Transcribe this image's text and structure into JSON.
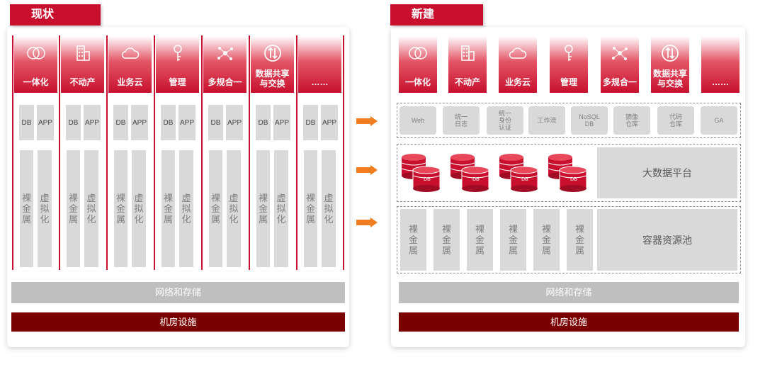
{
  "left": {
    "tab_label": "现状",
    "apps": [
      {
        "label": "一体化",
        "icon": "circles-icon"
      },
      {
        "label": "不动产",
        "icon": "building-icon"
      },
      {
        "label": "业务云",
        "icon": "cloud-icon"
      },
      {
        "label": "管理",
        "icon": "key-icon"
      },
      {
        "label": "多规合一",
        "icon": "network-icon"
      },
      {
        "label": "数据共享\n与交换",
        "icon": "exchange-icon"
      },
      {
        "label": "……",
        "icon": ""
      }
    ],
    "db_label": "DB",
    "app_label": "APP",
    "bare_metal": "裸金属",
    "virtualization": "虚拟化",
    "network_storage": "网络和存储",
    "datacenter": "机房设施"
  },
  "right": {
    "tab_label": "新建",
    "apps": [
      {
        "label": "一体化",
        "icon": "circles-icon"
      },
      {
        "label": "不动产",
        "icon": "building-icon"
      },
      {
        "label": "业务云",
        "icon": "cloud-icon"
      },
      {
        "label": "管理",
        "icon": "key-icon"
      },
      {
        "label": "多规合一",
        "icon": "network-icon"
      },
      {
        "label": "数据共享\n与交换",
        "icon": "exchange-icon"
      },
      {
        "label": "……",
        "icon": ""
      }
    ],
    "services": [
      "Web",
      "统一\n日志",
      "统一\n身份\n认证",
      "工作流",
      "NoSQL\nDB",
      "镜像\n仓库",
      "代码\n仓库",
      "GA"
    ],
    "db_icon_label": "DB",
    "big_data": "大数据平台",
    "bare_metal": "裸金属",
    "container_pool": "容器资源池",
    "network_storage": "网络和存储",
    "datacenter": "机房设施"
  },
  "colors": {
    "brand_red": "#c8102e",
    "dark_red": "#7a0000",
    "gray": "#d9d9d9",
    "arrow": "#f07d20"
  }
}
